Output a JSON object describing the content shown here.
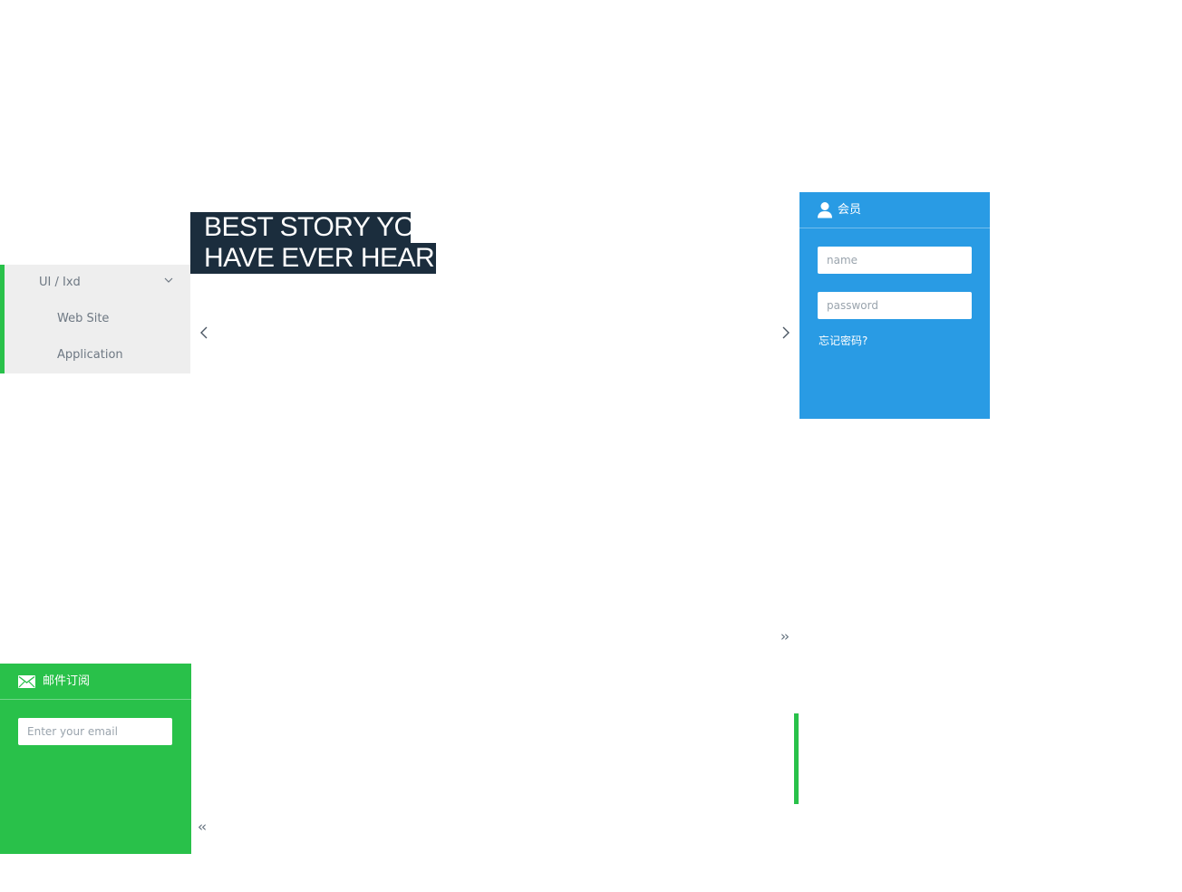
{
  "headline": {
    "line1": "BEST STORY YOU",
    "line2": "HAVE EVER HEARD"
  },
  "menu": {
    "group_label": "UI / Ixd",
    "items": [
      {
        "label": "Web Site"
      },
      {
        "label": "Application"
      }
    ]
  },
  "carousel": {
    "prev_icon": "chevron-left-icon",
    "next_icon": "chevron-right-icon"
  },
  "pager": {
    "next_label": "››",
    "prev_label": "‹‹"
  },
  "login": {
    "title": "会员",
    "name_placeholder": "name",
    "password_placeholder": "password",
    "forgot_label": "忘记密码?"
  },
  "newsletter": {
    "title": "邮件订阅",
    "email_placeholder": "Enter your email"
  },
  "colors": {
    "headline_bg": "#1b2d3d",
    "login_bg": "#299be4",
    "accent_green": "#29c14a",
    "menu_bg": "#eeeeee",
    "menu_text": "#6e7883"
  }
}
